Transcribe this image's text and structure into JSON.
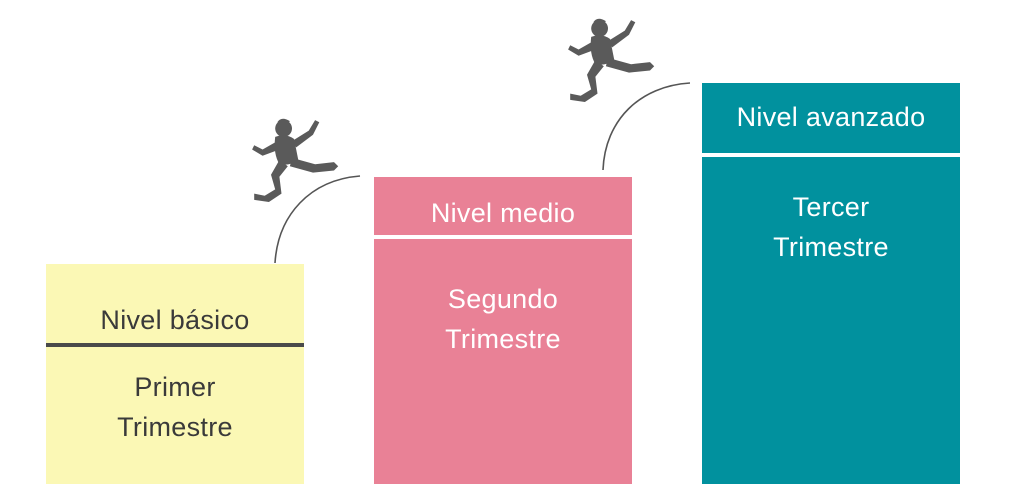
{
  "colors": {
    "basic": "#fbf8b5",
    "medium": "#e98196",
    "advanced": "#01919e",
    "figure": "#5a5a5a",
    "arc": "#555555"
  },
  "levels": [
    {
      "name": "Nivel básico",
      "period_lines": [
        "Primer",
        "Trimestre"
      ]
    },
    {
      "name": "Nivel medio",
      "period_lines": [
        "Segundo",
        "Trimestre"
      ]
    },
    {
      "name": "Nivel avanzado",
      "period_lines": [
        "Tercer",
        "Trimestre"
      ]
    }
  ],
  "icons": {
    "jumper": "jumping-person-icon",
    "arc": "jump-arc"
  }
}
